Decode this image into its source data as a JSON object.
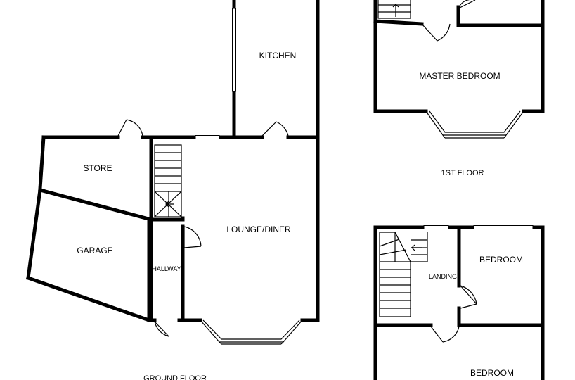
{
  "rooms": {
    "kitchen": "KITCHEN",
    "store": "STORE",
    "garage": "GARAGE",
    "lounge_diner": "LOUNGE/DINER",
    "hallway": "HALLWAY",
    "master_bedroom": "MASTER BEDROOM",
    "landing": "LANDING",
    "bedroom_1": "BEDROOM",
    "bedroom_2": "BEDROOM"
  },
  "floors": {
    "first_floor": "1ST FLOOR",
    "ground_floor": "GROUND FLOOR"
  }
}
